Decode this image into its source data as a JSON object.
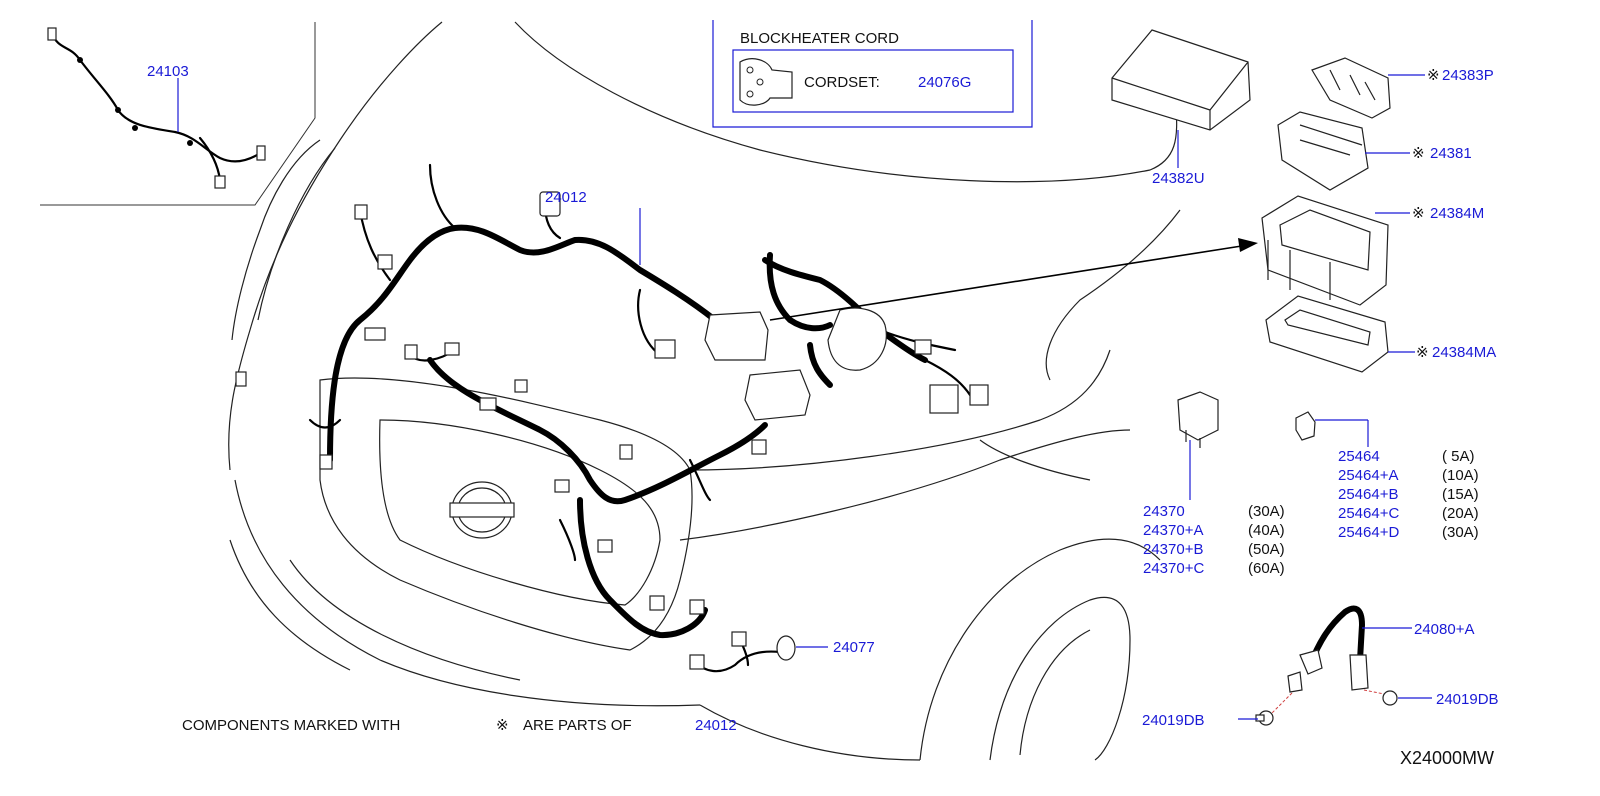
{
  "diagram_code": "X24000MW",
  "inset_box": {
    "title": "BLOCKHEATER  CORD",
    "cordset_label": "CORDSET:",
    "cordset_part": "24076G"
  },
  "parts": {
    "p24103": "24103",
    "p24012": "24012",
    "p24077": "24077",
    "p24382U": "24382U",
    "p24383P": "24383P",
    "p24381": "24381",
    "p24384M": "24384M",
    "p24384MA": "24384MA",
    "p24080A": "24080+A",
    "p24019DB_left": "24019DB",
    "p24019DB_right": "24019DB"
  },
  "marker_symbol": "※",
  "fuse_24370": [
    {
      "part": "24370",
      "rating": "(30A)"
    },
    {
      "part": "24370+A",
      "rating": "(40A)"
    },
    {
      "part": "24370+B",
      "rating": "(50A)"
    },
    {
      "part": "24370+C",
      "rating": "(60A)"
    }
  ],
  "fuse_25464": [
    {
      "part": "25464",
      "rating": "(  5A)"
    },
    {
      "part": "25464+A",
      "rating": "(10A)"
    },
    {
      "part": "25464+B",
      "rating": "(15A)"
    },
    {
      "part": "25464+C",
      "rating": "(20A)"
    },
    {
      "part": "25464+D",
      "rating": "(30A)"
    }
  ],
  "footnote": {
    "prefix": "COMPONENTS  MARKED  WITH",
    "symbol": "※",
    "middle": "ARE  PARTS  OF",
    "part": "24012"
  }
}
